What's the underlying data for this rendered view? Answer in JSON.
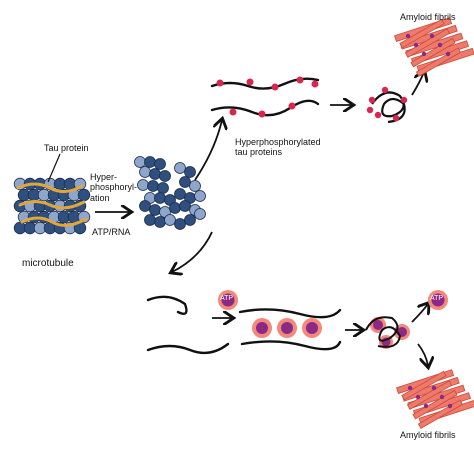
{
  "labels": {
    "tau_protein": "Tau protein",
    "hyperphosphorylation": "Hyper-\nphosphoryl-\nation",
    "atp_rna": "ATP/RNA",
    "microtubule": "microtubule",
    "hyperphosphorylated": "Hyperphosphorylated\ntau proteins",
    "amyloid_top": "Amyloid fibrils",
    "amyloid_bottom": "Amyloid fibrils",
    "atp_1": "ATP",
    "atp_2": "ATP"
  },
  "colors": {
    "bead_dark": "#2f4f7f",
    "bead_light": "#8fa6cc",
    "tau_strand": "#e0a63a",
    "phospho": "#d9264f",
    "fibril": "#f07a6a",
    "fibril_edge": "#c84b3e",
    "droplet_outer": "#f2897a",
    "droplet_inner": "#8a2a86"
  },
  "icons": [
    "microtubule-icon",
    "arrow-icon",
    "tau-strand-icon",
    "amyloid-fibril-icon",
    "droplet-icon"
  ]
}
